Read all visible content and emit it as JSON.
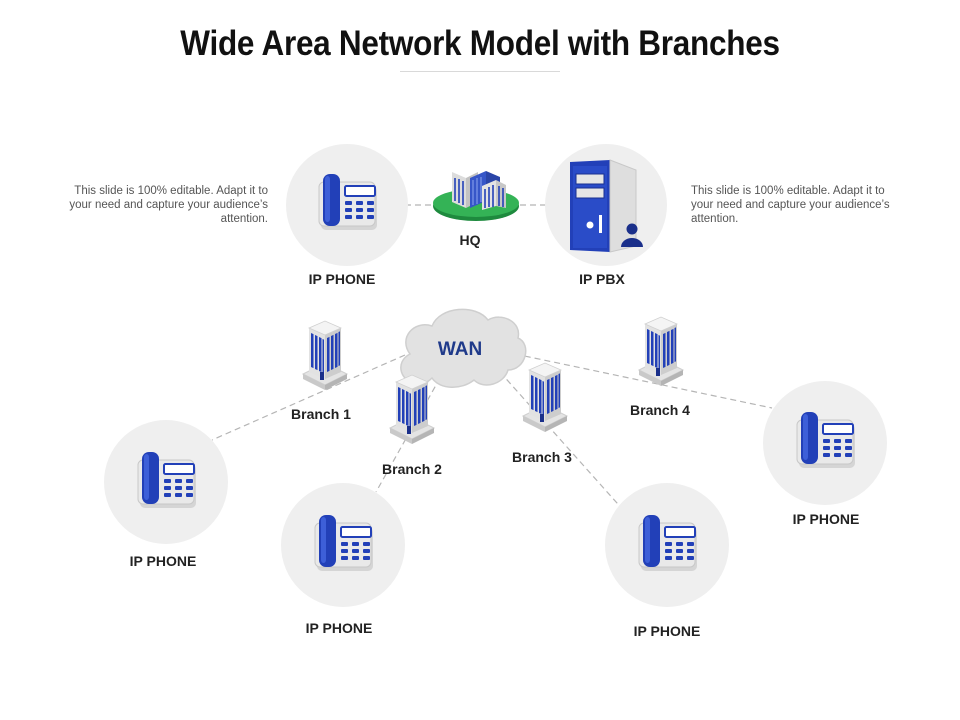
{
  "title": "Wide Area Network Model with Branches",
  "description_left": "This slide is 100% editable. Adapt it to your need and capture your audience’s attention.",
  "description_right": "This slide is 100% editable. Adapt it to your need and capture your audience’s attention.",
  "nodes": {
    "ip_phone_top": "IP PHONE",
    "hq": "HQ",
    "ip_pbx": "IP PBX",
    "wan": "WAN",
    "branch_1": "Branch 1",
    "branch_2": "Branch 2",
    "branch_3": "Branch 3",
    "branch_4": "Branch 4",
    "ip_phone_1": "IP PHONE",
    "ip_phone_2": "IP PHONE",
    "ip_phone_3": "IP PHONE",
    "ip_phone_4": "IP PHONE"
  },
  "colors": {
    "accent_blue": "#2240b8",
    "circle_bg": "#efefef",
    "connector": "#b5b5b5",
    "hq_ground": "#2fa84f"
  },
  "icons": [
    "phone-icon",
    "building-icon",
    "server-icon",
    "user-icon",
    "cloud-icon"
  ]
}
